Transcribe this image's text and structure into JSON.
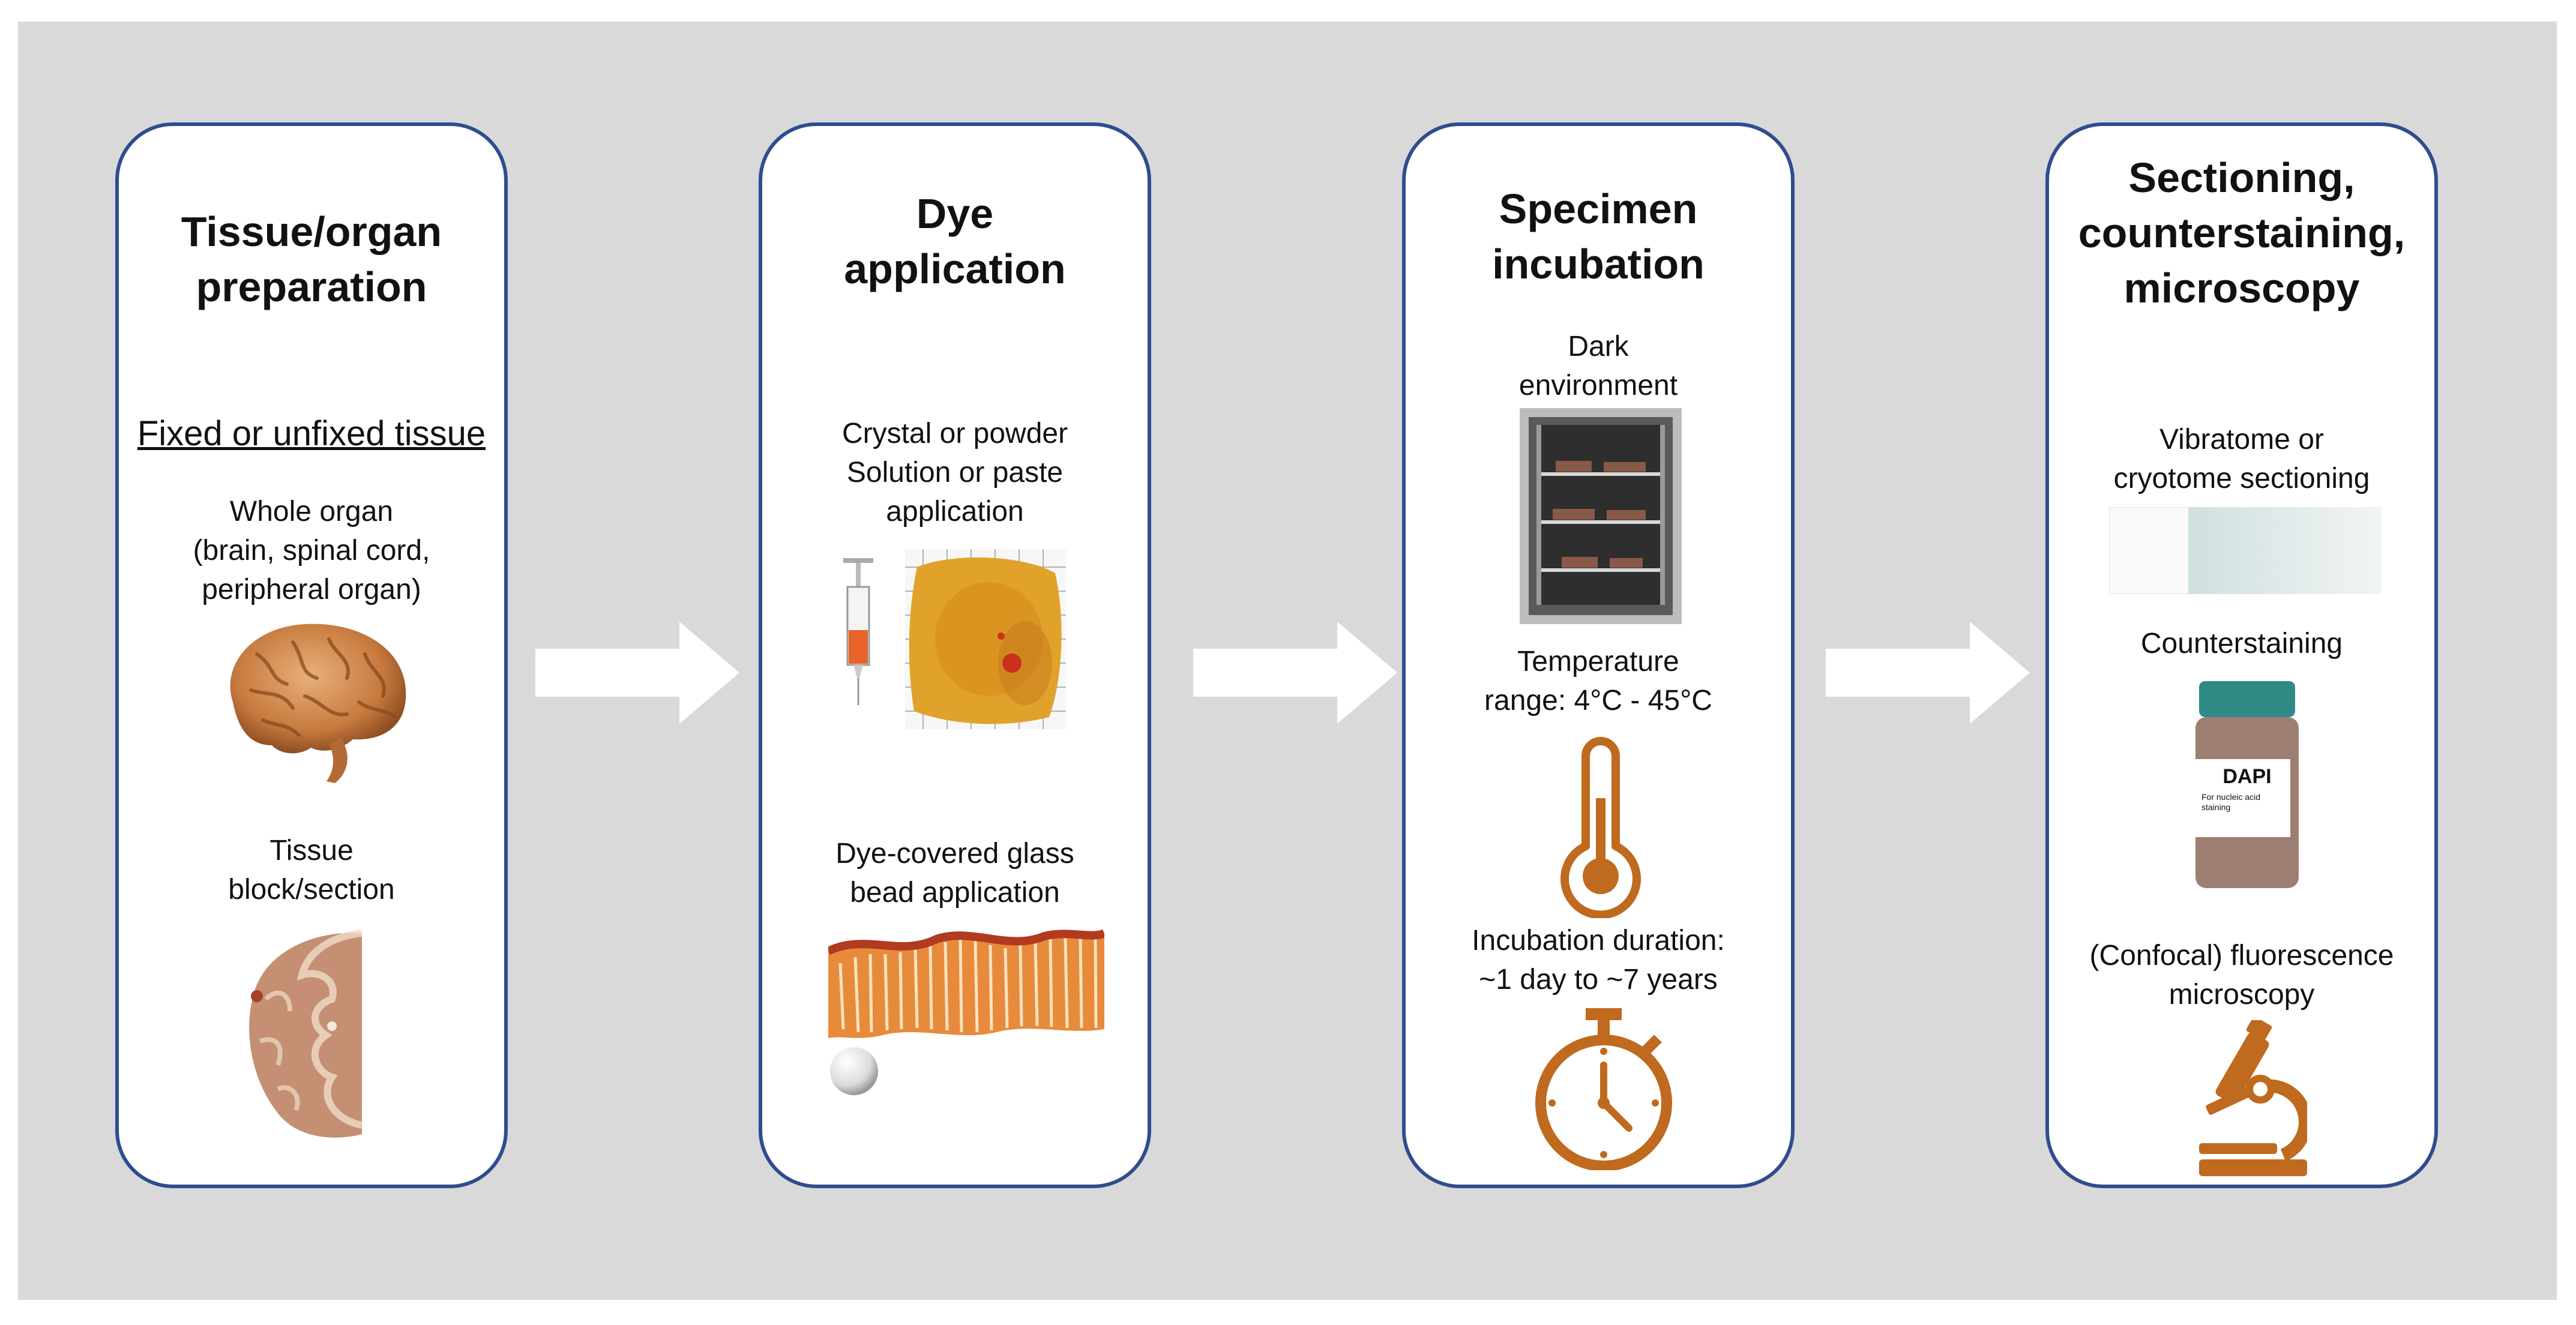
{
  "colors": {
    "background": "#d9d9d9",
    "panel_border": "#2e4d8f",
    "icon_orange": "#bf6a1e",
    "arrow": "#ffffff"
  },
  "panels": [
    {
      "title": "Tissue/organ\npreparation",
      "heading": "Fixed or unfixed tissue",
      "items": [
        "Whole organ\n(brain, spinal cord,\nperipheral organ)",
        "Tissue\nblock/section"
      ]
    },
    {
      "title": "Dye\napplication",
      "items": [
        "Crystal or powder\nSolution or paste\napplication",
        "Dye-covered glass\nbead application"
      ]
    },
    {
      "title": "Specimen\nincubation",
      "items": [
        "Dark\nenvironment",
        "Temperature\nrange: 4°C - 45°C",
        "Incubation duration:\n~1 day to ~7 years"
      ]
    },
    {
      "title": "Sectioning,\ncounterstaining,\nmicroscopy",
      "items": [
        "Vibratome or\ncryotome sectioning",
        "Counterstaining",
        "(Confocal) fluorescence\nmicroscopy"
      ],
      "bottle": {
        "label": "DAPI",
        "sublabel": "For nucleic acid\nstaining"
      }
    }
  ],
  "icons": {
    "brain": "brain-photo",
    "section": "brain-section-photo",
    "syringe": "syringe-icon",
    "dye_blob": "dye-on-tissue-photo",
    "intestine": "intestine-tissue-photo",
    "bead": "glass-bead-icon",
    "incubator": "incubator-photo",
    "thermometer": "thermometer-icon",
    "stopwatch": "stopwatch-icon",
    "microscope": "microscope-icon"
  }
}
